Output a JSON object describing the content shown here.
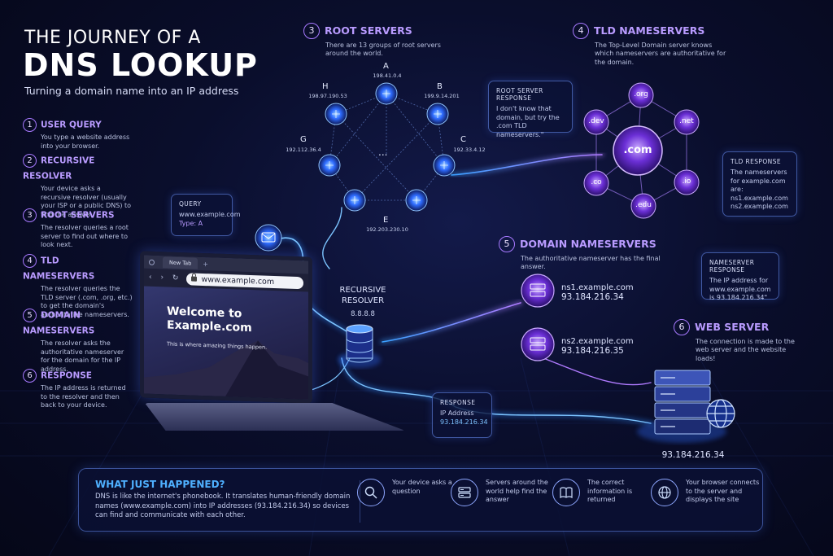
{
  "title": {
    "line1": "THE JOURNEY OF A",
    "line2": "DNS LOOKUP",
    "subtitle": "Turning a domain name into an IP address"
  },
  "steps": [
    {
      "num": "1",
      "title": "USER QUERY",
      "desc": "You type a website address into your browser."
    },
    {
      "num": "2",
      "title": "RECURSIVE RESOLVER",
      "desc": "Your device asks a recursive resolver (usually your ISP or a public DNS) to find the answer."
    },
    {
      "num": "3",
      "title": "ROOT SERVERS",
      "desc": "The resolver queries a root server to find out where to look next."
    },
    {
      "num": "4",
      "title": "TLD NAMESERVERS",
      "desc": "The resolver queries the TLD server (.com, .org, etc.) to get the domain's authoritative nameservers."
    },
    {
      "num": "5",
      "title": "DOMAIN NAMESERVERS",
      "desc": "The resolver asks the authoritative nameserver for the domain for the IP address."
    },
    {
      "num": "6",
      "title": "RESPONSE",
      "desc": "The IP address is returned to the resolver and then back to your device."
    }
  ],
  "root_section": {
    "num": "3",
    "title": "ROOT SERVERS",
    "desc": "There are 13 groups of root servers around the world.",
    "ellipsis": "...",
    "nodes": [
      {
        "letter": "A",
        "ip": "198.41.0.4"
      },
      {
        "letter": "B",
        "ip": "199.9.14.201"
      },
      {
        "letter": "C",
        "ip": "192.33.4.12"
      },
      {
        "letter": "E",
        "ip": "192.203.230.10"
      },
      {
        "letter": "G",
        "ip": "192.112.36.4"
      },
      {
        "letter": "H",
        "ip": "198.97.190.53"
      }
    ]
  },
  "tld_section": {
    "num": "4",
    "title": "TLD NAMESERVERS",
    "desc": "The Top-Level Domain server knows which nameservers are authoritative for the domain.",
    "center": ".com",
    "tlds": [
      ".org",
      ".net",
      ".io",
      ".edu",
      ".co",
      ".dev"
    ]
  },
  "root_response": {
    "title": "ROOT SERVER RESPONSE",
    "body": "I don't know that domain, but try the .com TLD nameservers.\""
  },
  "tld_response": {
    "title": "TLD RESPONSE",
    "body": "The nameservers for example.com are:",
    "ns1": "ns1.example.com",
    "ns2": "ns2.example.com"
  },
  "query_card": {
    "title": "QUERY",
    "domain": "www.example.com",
    "type": "Type: A"
  },
  "browser": {
    "tab_label": "New Tab",
    "url": "www.example.com",
    "welcome_line1": "Welcome to",
    "welcome_line2": "Example.com",
    "tagline": "This is where amazing things happen."
  },
  "resolver": {
    "title_line1": "RECURSIVE",
    "title_line2": "RESOLVER",
    "ip": "8.8.8.8"
  },
  "domain_section": {
    "num": "5",
    "title": "DOMAIN NAMESERVERS",
    "desc": "The authoritative nameserver has the final answer.",
    "servers": [
      {
        "name": "ns1.example.com",
        "ip": "93.184.216.34"
      },
      {
        "name": "ns2.example.com",
        "ip": "93.184.216.35"
      }
    ]
  },
  "ns_response": {
    "title": "NAMESERVER RESPONSE",
    "body": "The IP address for www.example.com is 93.184.216.34\""
  },
  "response_card": {
    "title": "RESPONSE",
    "label": "IP Address",
    "ip": "93.184.216.34"
  },
  "web_section": {
    "num": "6",
    "title": "WEB SERVER",
    "desc": "The connection is made to the web server and the website loads!",
    "ip": "93.184.216.34"
  },
  "summary": {
    "title": "WHAT JUST HAPPENED?",
    "desc": "DNS is like the internet's phonebook. It translates human-friendly domain names (www.example.com) into IP addresses (93.184.216.34) so devices can find and communicate with each other.",
    "items": [
      {
        "icon": "magnifier-icon",
        "text": "Your device asks a question"
      },
      {
        "icon": "server-icon",
        "text": "Servers around the world help find the answer"
      },
      {
        "icon": "book-icon",
        "text": "The correct information is returned"
      },
      {
        "icon": "globe-icon",
        "text": "Your browser connects to the server and displays the site"
      }
    ]
  },
  "colors": {
    "accent_purple": "#a779ff",
    "accent_blue": "#4fb0ff",
    "background": "#0a0e2c"
  }
}
